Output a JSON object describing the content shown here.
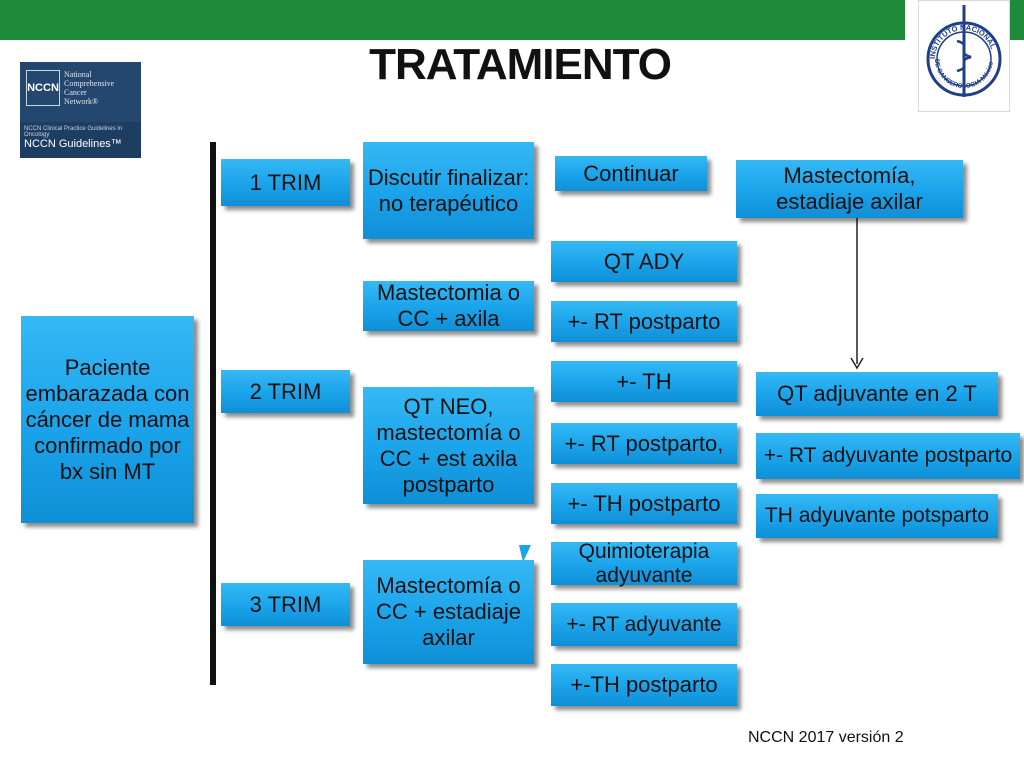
{
  "header": {
    "title": "TRATAMIENTO",
    "accent_color": "#1e8a3a"
  },
  "logo": {
    "abbrev": "NCCN",
    "lines": [
      "National",
      "Comprehensive",
      "Cancer",
      "Network®"
    ],
    "subtitle": "NCCN Clinical Practice Guidelines in Oncology",
    "guidelines": "NCCN Guidelines™"
  },
  "seal": {
    "name": "INSTITUTO NACIONAL DE CANCEROLOGIA México"
  },
  "diagram": {
    "patient": "Paciente embarazada con cáncer de mama confirmado por bx sin MT",
    "trimesters": [
      {
        "label": "1 TRIM"
      },
      {
        "label": "2 TRIM"
      },
      {
        "label": "3 TRIM"
      }
    ],
    "trim1": {
      "decision": "Discutir finalizar: no terapéutico",
      "continue": "Continuar",
      "next": "Mastectomía, estadiaje axilar",
      "result": "QT adjuvante en 2 T",
      "result_items": [
        "+- RT adyuvante postparto",
        "TH adyuvante potsparto"
      ]
    },
    "trim2": {
      "option_a": "Mastectomia o CC + axila",
      "option_a_items": [
        "QT  ADY",
        "+- RT postparto"
      ],
      "option_b": "QT NEO, mastectomía o CC + est axila postparto",
      "option_b_items": [
        "+- TH",
        "+- RT postparto,",
        "+- TH postparto"
      ]
    },
    "trim3": {
      "option": "Mastectomía o CC + estadiaje axilar",
      "items": [
        "Quimioterapia adyuvante",
        "+- RT adyuvante",
        "+-TH postparto"
      ]
    }
  },
  "footer": {
    "text": "NCCN 2017 versión 2"
  }
}
